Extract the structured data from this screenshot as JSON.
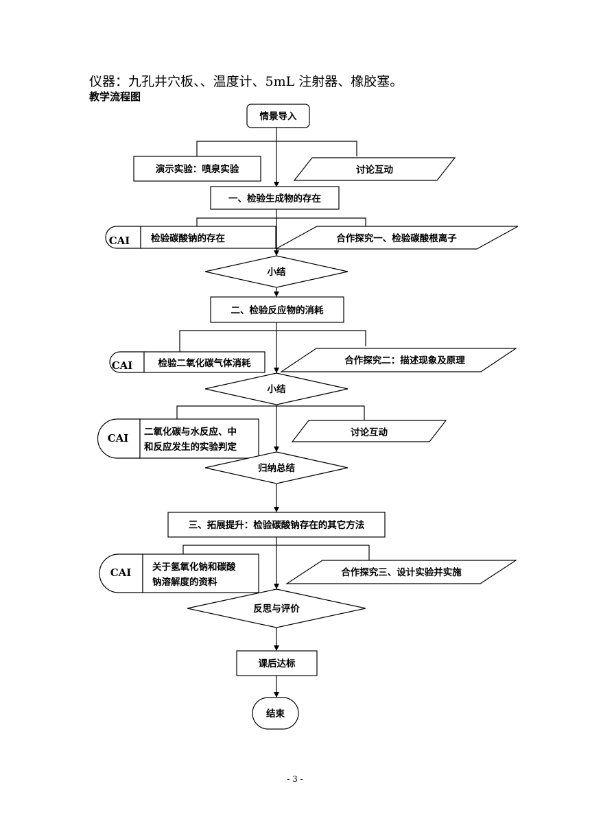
{
  "intro": "仪器：九孔井穴板、、温度计、5mL 注射器、橡胶塞。",
  "heading": "教学流程图",
  "page_number": "- 3 -",
  "flowchart": {
    "start": "情景导入",
    "demo": "演示实验：喷泉实验",
    "discuss1": "讨论互动",
    "step1": "一、检验生成物的存在",
    "cai_label": "CAI",
    "cai1": "检验碳酸钠的存在",
    "coop1": "合作探究一、检验碳酸根离子",
    "summary1": "小结",
    "step2": "二、检验反应物的消耗",
    "cai2": "检验二氧化碳气体消耗",
    "coop2": "合作探究二：描述现象及原理",
    "summary2": "小结",
    "cai3_line1": "二氧化碳与水反应、中",
    "cai3_line2": "和反应发生的实验判定",
    "discuss2": "讨论互动",
    "induce": "归纳总结",
    "step3": "三、拓展提升：检验碳酸钠存在的其它方法",
    "cai4_line1": "关于氢氧化钠和碳酸",
    "cai4_line2": "钠溶解度的资料",
    "coop3": "合作探究三、设计实验并实施",
    "reflect": "反思与评价",
    "after_class": "课后达标",
    "end": "结束"
  }
}
